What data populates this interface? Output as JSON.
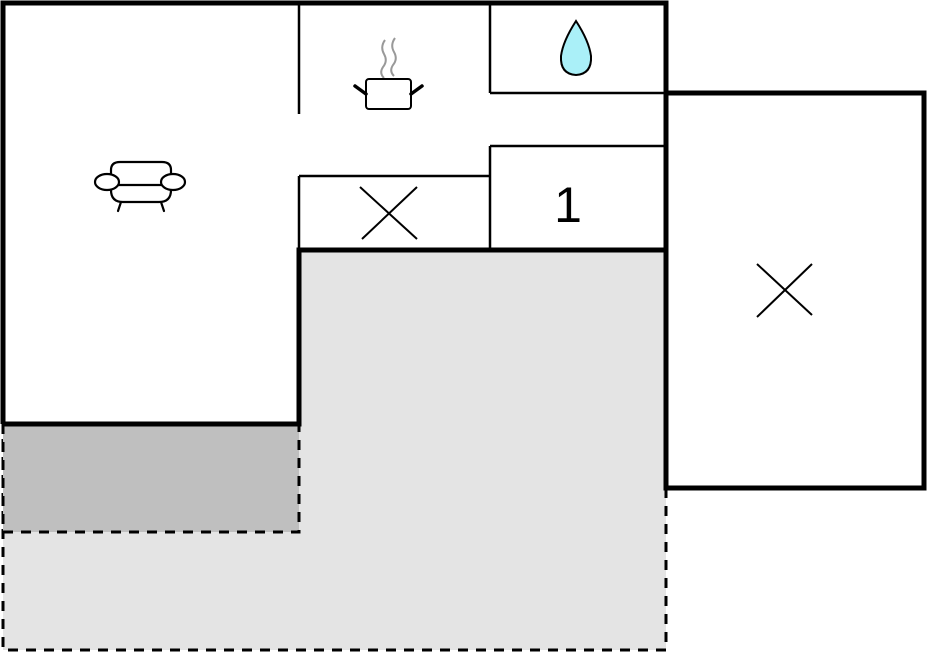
{
  "plan": {
    "type": "floor-plan",
    "colors": {
      "wall": "#000000",
      "interior": "#ffffff",
      "terrace": "#e4e4e4",
      "covered_terrace": "#bfbfbf",
      "water_drop": "#aaf0f8",
      "steam": "#999999"
    },
    "rooms": [
      {
        "id": "living-room",
        "icon": "sofa-icon"
      },
      {
        "id": "kitchen",
        "icon": "cooking-pot-icon"
      },
      {
        "id": "bathroom",
        "icon": "water-drop-icon"
      },
      {
        "id": "bedroom-1",
        "label": "1"
      },
      {
        "id": "storage-small",
        "icon": "cross-mark-icon"
      },
      {
        "id": "annex-room",
        "icon": "cross-mark-icon"
      },
      {
        "id": "covered-terrace"
      },
      {
        "id": "open-terrace"
      }
    ],
    "bedroom_label": "1"
  }
}
